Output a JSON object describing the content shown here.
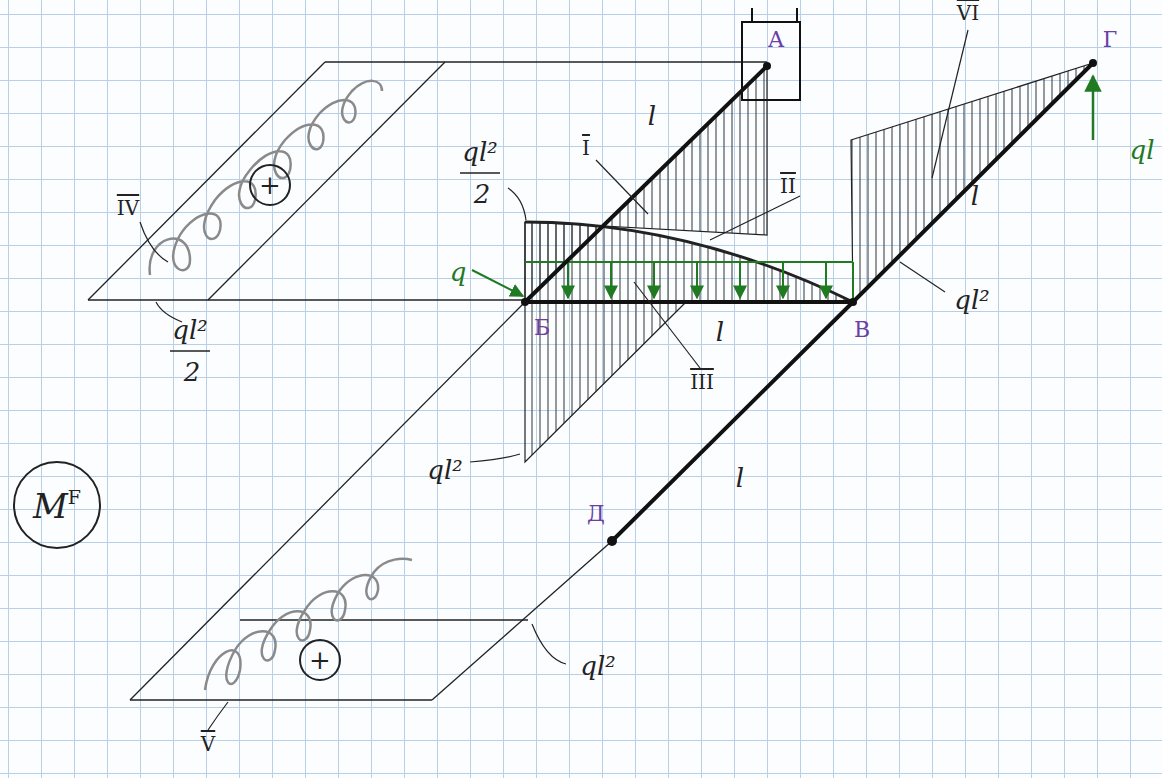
{
  "diagram": {
    "nodes": [
      {
        "text": [
          "+"
        ]
      },
      {
        "text": [
          "+"
        ]
      },
      {
        "text": [
          "M",
          "F"
        ]
      }
    ],
    "labels": [
      "А",
      "VI",
      "Г",
      "l",
      "I",
      "ql²",
      "2",
      "II",
      "ql",
      "l",
      "q",
      "ql²",
      "Б",
      "В",
      "l",
      "III",
      "IV",
      "ql²",
      "2",
      "ql²",
      "l",
      "Д",
      "ql²",
      "V"
    ]
  }
}
